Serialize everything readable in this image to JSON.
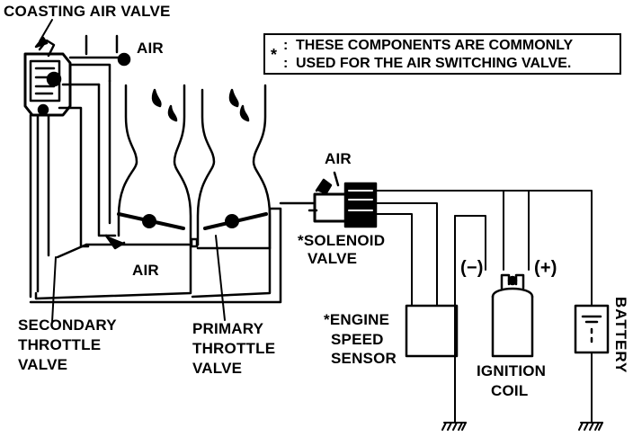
{
  "labels": {
    "coasting_air_valve": "COASTING AIR VALVE",
    "air_top": "AIR",
    "air_solenoid": "AIR",
    "air_bottom": "AIR",
    "solenoid_valve_line1": "*SOLENOID",
    "solenoid_valve_line2": "VALVE",
    "secondary_line1": "SECONDARY",
    "secondary_line2": "THROTTLE",
    "secondary_line3": "VALVE",
    "primary_line1": "PRIMARY",
    "primary_line2": "THROTTLE",
    "primary_line3": "VALVE",
    "engine_line1": "*ENGINE",
    "engine_line2": "SPEED",
    "engine_line3": "SENSOR",
    "ignition_line1": "IGNITION",
    "ignition_line2": "COIL",
    "battery": "BATTERY",
    "minus": "(−)",
    "plus": "(+)"
  },
  "note": {
    "star": "*",
    "colon": ":\n:",
    "line1": "THESE COMPONENTS ARE COMMONLY",
    "line2": "USED FOR THE AIR SWITCHING VALVE."
  },
  "colors": {
    "ink": "#000000",
    "paper": "#ffffff"
  }
}
